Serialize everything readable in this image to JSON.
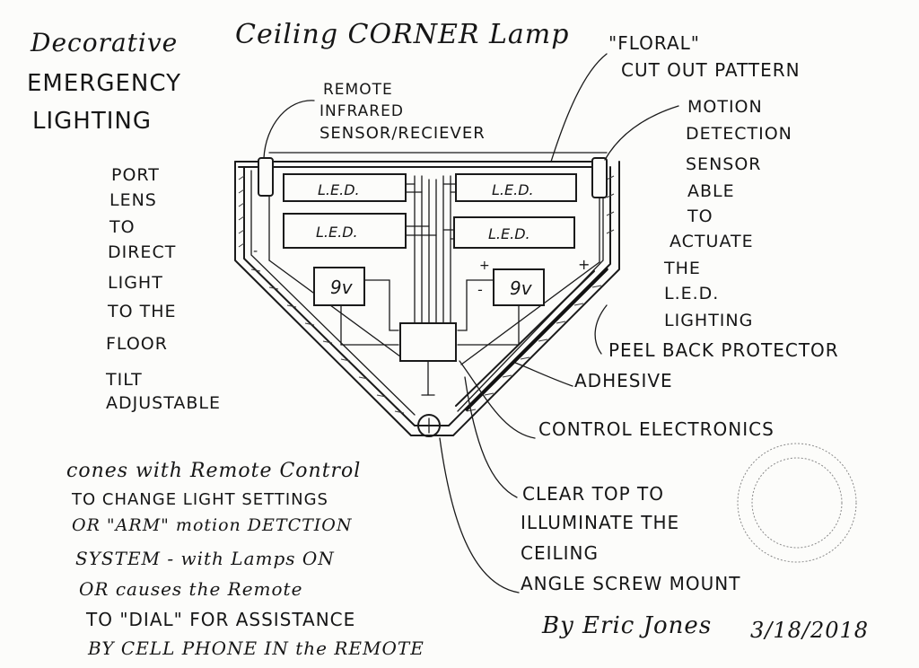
{
  "title_left": [
    "Decorative",
    "EMERGENCY",
    "LIGHTING"
  ],
  "title_main": "Ceiling CORNER Lamp",
  "floral": [
    "\"FLORAL\"",
    "CUT OUT PATTERN"
  ],
  "remote_sensor": [
    "REMOTE",
    "INFRARED",
    "SENSOR/RECIEVER"
  ],
  "motion": [
    "MOTION",
    "DETECTION",
    "SENSOR",
    "ABLE",
    "TO",
    "ACTUATE",
    "THE",
    "L.E.D.",
    "LIGHTING"
  ],
  "port_lens": [
    "PORT",
    "LENS",
    "TO",
    "DIRECT",
    "LIGHT",
    "TO THE",
    "FLOOR",
    "TILT",
    "ADJUSTABLE"
  ],
  "peel": "PEEL BACK PROTECTOR",
  "adhesive": "ADHESIVE",
  "control": "CONTROL ELECTRONICS",
  "clear_top": [
    "CLEAR TOP TO",
    "ILLUMINATE THE",
    "CEILING"
  ],
  "screw": "ANGLE SCREW MOUNT",
  "remote_note": [
    "cones with Remote Control",
    "TO CHANGE LIGHT SETTINGS",
    "OR \"ARM\" motion DETCTION",
    "SYSTEM - with Lamps ON",
    "OR causes the Remote",
    "TO \"DIAL\" FOR ASSISTANCE",
    "BY CELL PHONE IN the REMOTE"
  ],
  "signature": "By Eric Jones",
  "date": "3/18/2018",
  "components": {
    "led_label": "L.E.D.",
    "battery_label": "9v",
    "plus": "+",
    "minus": "-"
  }
}
